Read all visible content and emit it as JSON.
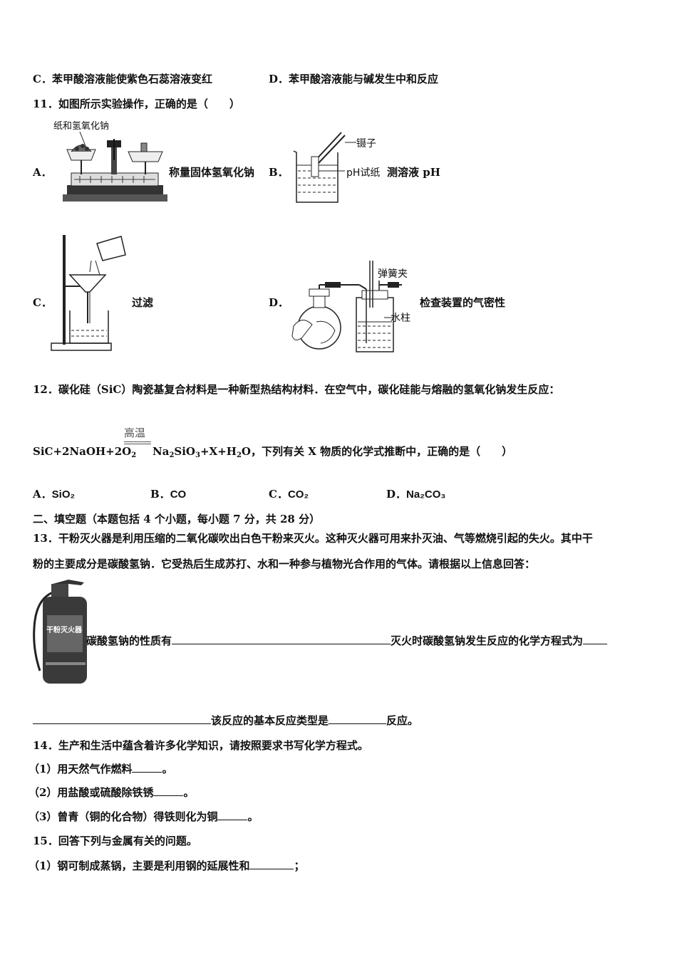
{
  "q10": {
    "optC": "C．苯甲酸溶液能使紫色石蕊溶液变红",
    "optD": "D．苯甲酸溶液能与碱发生中和反应"
  },
  "q11": {
    "stem": "11．如图所示实验操作，正确的是（　　）",
    "a_letter": "A．",
    "a_caption": "称量固体氢氧化钠",
    "a_fig_label": "纸和氢氧化钠",
    "b_letter": "B．",
    "b_caption": "测溶液 pH",
    "b_fig_label_tweezers": "镊子",
    "b_fig_label_paper": "pH试纸",
    "c_letter": "C．",
    "c_caption": "过滤",
    "d_letter": "D．",
    "d_caption": "检查装置的气密性",
    "d_fig_label_clip": "弹簧夹",
    "d_fig_label_water": "水柱"
  },
  "q12": {
    "stem": "12．碳化硅（SiC）陶瓷基复合材料是一种新型热结构材料．在空气中，碳化硅能与熔融的氢氧化钠发生反应：",
    "condition": "高温",
    "eq_tail": "，下列有关 X 物质的化学式推断中，正确的是（　　）",
    "options": [
      {
        "letter": "A．",
        "formula": "SiO₂"
      },
      {
        "letter": "B．",
        "formula": "CO"
      },
      {
        "letter": "C．",
        "formula": "CO₂"
      },
      {
        "letter": "D．",
        "formula": "Na₂CO₃"
      }
    ]
  },
  "section2": "二、填空题（本题包括 4 个小题，每小题 7 分，共 28 分）",
  "q13": {
    "line1": "13．干粉灭火器是利用压缩的二氧化碳吹出白色干粉来灭火。这种灭火器可用来扑灭油、气等燃烧引起的失火。其中干",
    "line2": "粉的主要成分是碳酸氢钠．它受热后生成苏打、水和一种参与植物光合作用的气体。请根据以上信息回答：",
    "fig_label": "干粉灭火器",
    "prop_prefix": "碳酸氢钠的性质有",
    "eq_prefix": "灭火时碳酸氢钠发生反应的化学方程式为",
    "type_prefix": "该反应的基本反应类型是",
    "type_suffix": "反应。"
  },
  "q14": {
    "stem": "14．生产和生活中蕴含着许多化学知识，请按照要求书写化学方程式。",
    "items": [
      {
        "prefix": "（1）用天然气作燃料",
        "suffix": "。"
      },
      {
        "prefix": "（2）用盐酸或硫酸除铁锈",
        "suffix": "。"
      },
      {
        "prefix": "（3）曾青（铜的化合物）得铁则化为铜",
        "suffix": "。"
      }
    ]
  },
  "q15": {
    "stem": "15．回答下列与金属有关的问题。",
    "item1_prefix": "（1）钢可制成蒸锅，主要是利用钢的延展性和",
    "item1_suffix": "；"
  }
}
